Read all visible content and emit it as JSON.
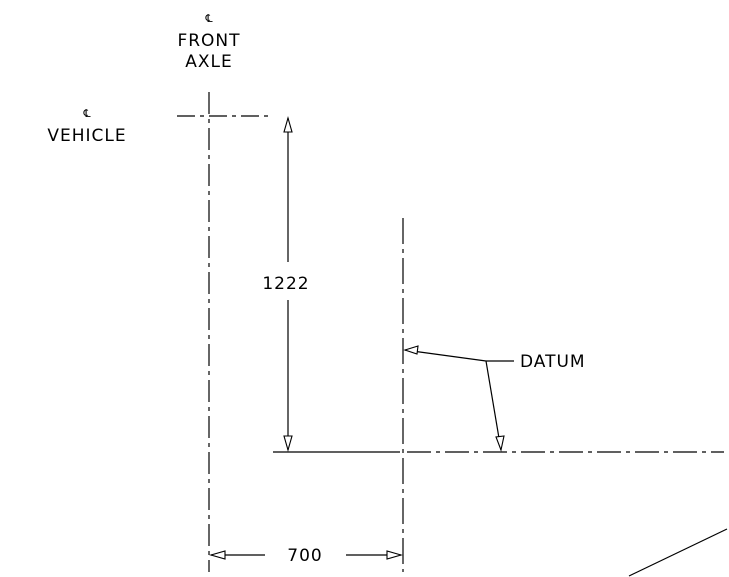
{
  "labels": {
    "centerline_symbol": "℄",
    "front_axle_line1": "FRONT",
    "front_axle_line2": "AXLE",
    "vehicle": "VEHICLE",
    "dim_vertical": "1222",
    "dim_horizontal": "700",
    "datum": "DATUM"
  }
}
